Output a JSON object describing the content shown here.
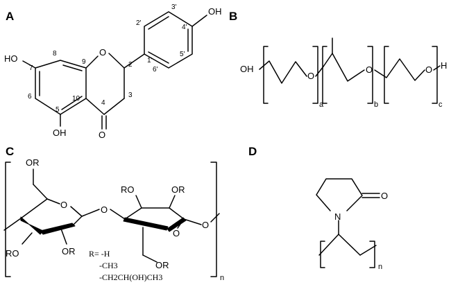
{
  "panels": {
    "A": {
      "label": "A",
      "atoms": {
        "oh_7": "HO",
        "oh_5": "OH",
        "oh_4p": "OH",
        "o_ring": "O",
        "o_carbonyl": "O"
      },
      "locants": {
        "n2p": "2'",
        "n3p": "3'",
        "n4p": "4'",
        "n5p": "5'",
        "n6p": "6'",
        "n1p": "1'",
        "n2": "2",
        "n3": "3",
        "n4": "4",
        "n5": "5",
        "n6": "6",
        "n7": "7",
        "n8": "8",
        "n9": "9",
        "n10": "10"
      }
    },
    "B": {
      "label": "B",
      "atoms": {
        "oh": "OH",
        "o1": "O",
        "o2": "O",
        "o3": "O",
        "h": "H"
      },
      "subscripts": {
        "a": "a",
        "b": "b",
        "c": "c"
      }
    },
    "C": {
      "label": "C",
      "atoms": {
        "or_top": "OR",
        "or_left_bottom": "RO",
        "or_mid_bottom": "OR",
        "o_ring1": "O",
        "o_link": "O",
        "ro_top": "RO",
        "or_top2": "OR",
        "o_ring2": "O",
        "o_end": "O",
        "or_bottom2": "OR"
      },
      "r_groups": {
        "r1": "R= -H",
        "r2": "-CH3",
        "r3": "-CH2CH(OH)CH3"
      },
      "subscript": "n"
    },
    "D": {
      "label": "D",
      "atoms": {
        "n": "N",
        "o": "O"
      },
      "subscript": "n"
    }
  }
}
